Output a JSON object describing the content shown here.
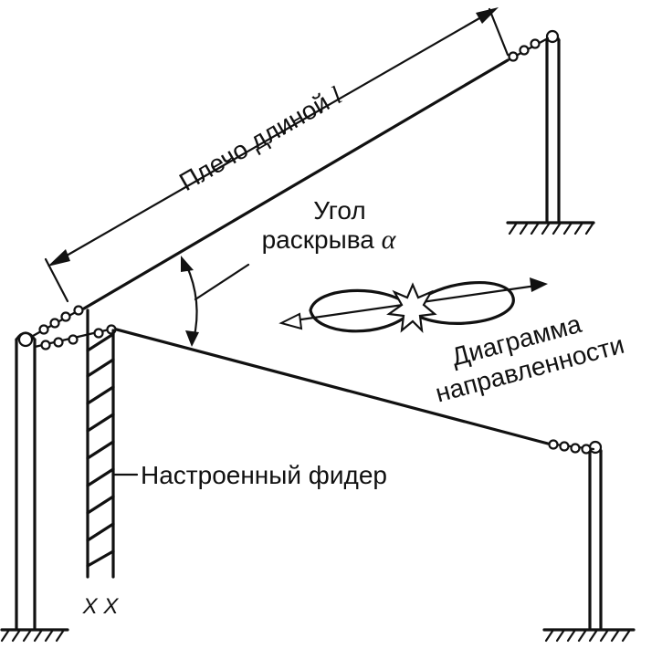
{
  "labels": {
    "arm_length": "Плечо длиной",
    "arm_symbol": "l",
    "angle_line1": "Угол",
    "angle_line2": "раскрыва",
    "angle_symbol": "α",
    "pattern_line1": "Диаграмма",
    "pattern_line2": "направленности",
    "feeder": "Настроенный фидер",
    "feeder_terminals": "X  X"
  },
  "colors": {
    "ink": "#111111",
    "background": "#ffffff"
  }
}
